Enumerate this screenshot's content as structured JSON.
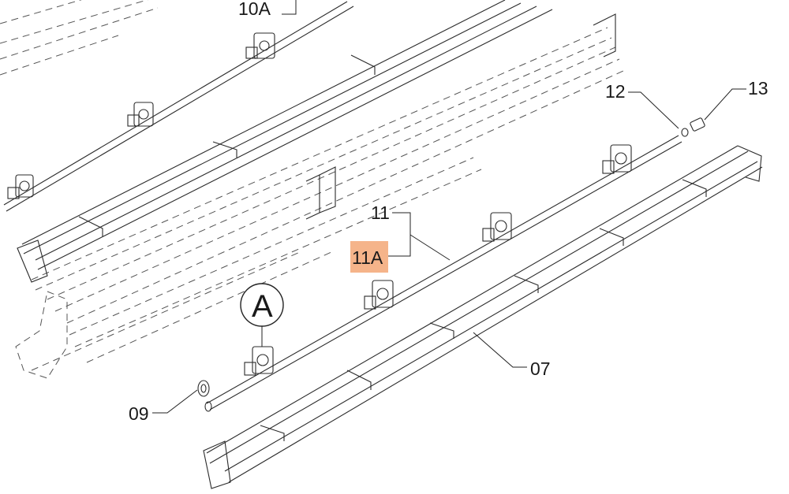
{
  "diagram": {
    "callouts": {
      "c10a": "10A",
      "c11": "11",
      "c11a": "11A",
      "c12": "12",
      "c13": "13",
      "c09": "09",
      "c07": "07",
      "detail_a": "A"
    },
    "colors": {
      "highlight": "#F5B48A",
      "line": "#2B2B2B",
      "background": "#FFFFFF"
    }
  }
}
